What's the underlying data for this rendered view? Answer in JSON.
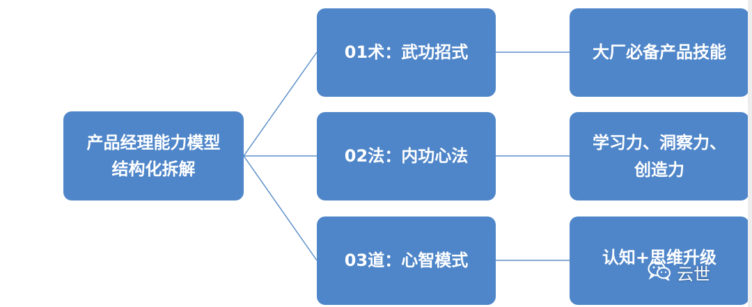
{
  "diagram": {
    "root": {
      "label": "产品经理能力模型\n结构化拆解"
    },
    "branches": [
      {
        "label": "01术：武功招式",
        "leaf": "大厂必备产品技能"
      },
      {
        "label": "02法：内功心法",
        "leaf": "学习力、洞察力、\n创造力"
      },
      {
        "label": "03道：心智模式",
        "leaf": "认知+思维升级"
      }
    ]
  },
  "watermark": {
    "text": "云世",
    "icon": "wechat-icon"
  },
  "colors": {
    "box_fill": "#4f86c9",
    "connector": "#5b8ec8",
    "text": "#ffffff"
  }
}
